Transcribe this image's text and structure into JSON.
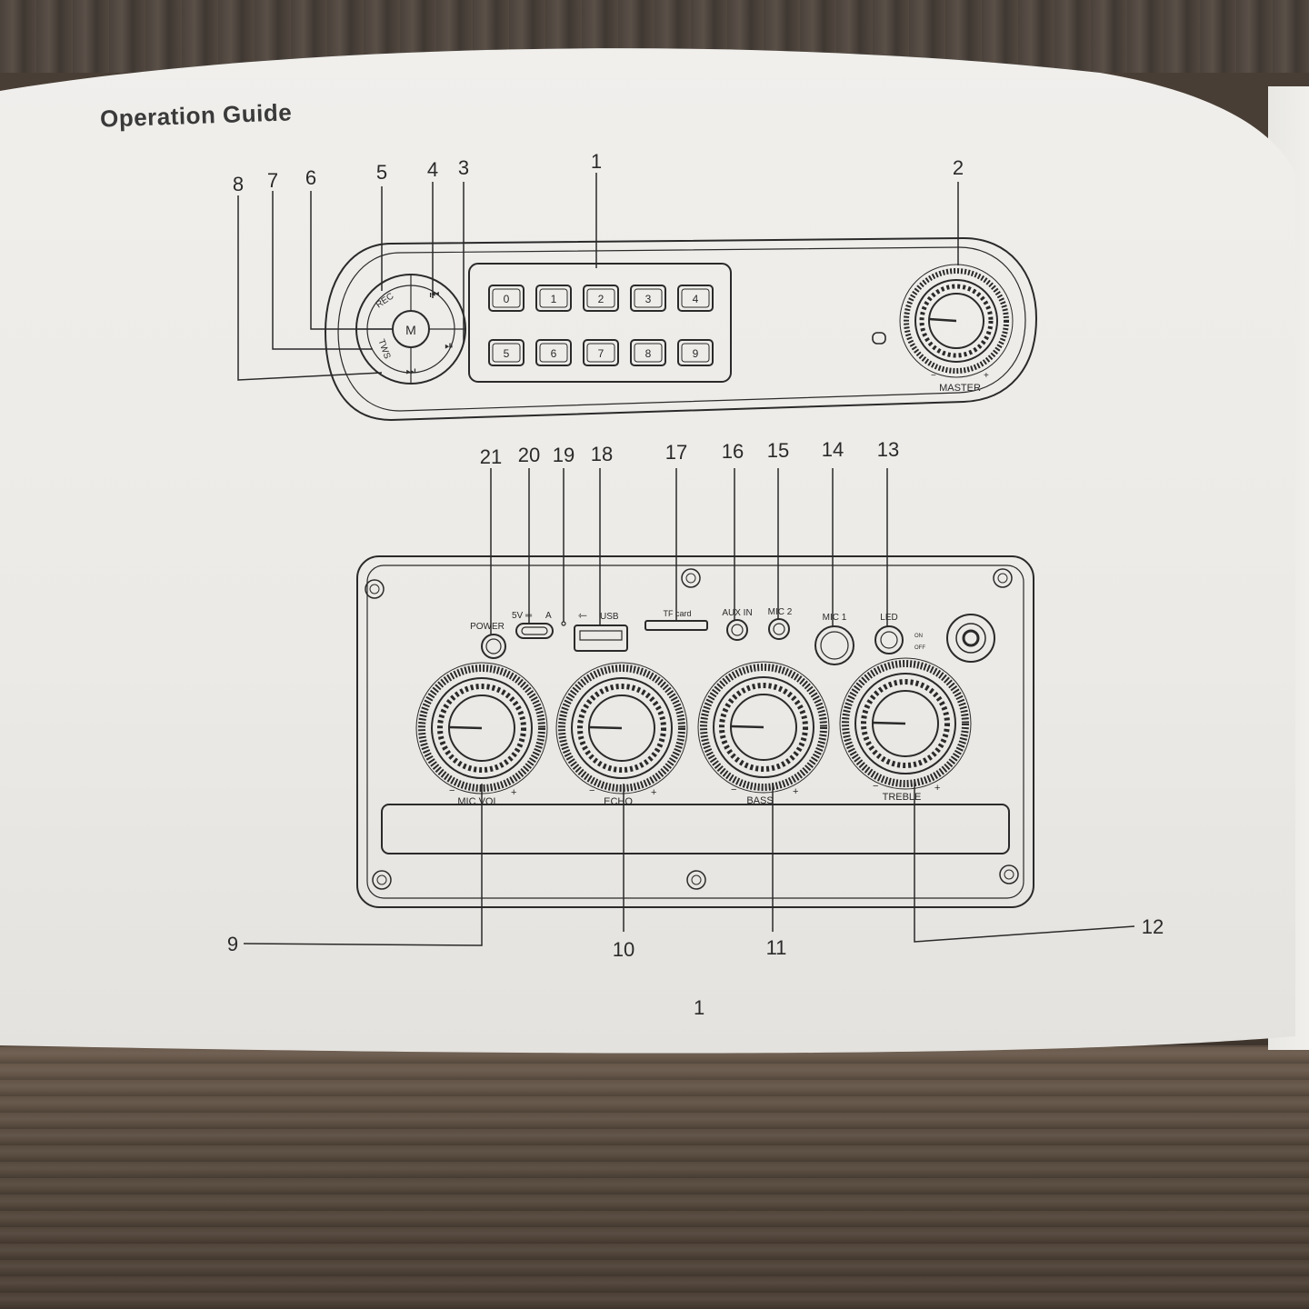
{
  "page": {
    "title": "Operation Guide",
    "page_number": "1"
  },
  "top_panel": {
    "callouts": [
      "1",
      "2",
      "3",
      "4",
      "5",
      "6",
      "7",
      "8"
    ],
    "nav_buttons": {
      "center": "M",
      "rec": "REC",
      "tws": "TWS"
    },
    "number_keys_row1": [
      "0",
      "1",
      "2",
      "3",
      "4"
    ],
    "number_keys_row2": [
      "5",
      "6",
      "7",
      "8",
      "9"
    ],
    "master_label": "MASTER"
  },
  "rear_panel": {
    "top_callouts": [
      "21",
      "20",
      "19",
      "18",
      "17",
      "16",
      "15",
      "14",
      "13"
    ],
    "port_labels": {
      "power": "POWER",
      "dc": "5V",
      "dc_amp": "A",
      "usb": "USB",
      "tf": "TF card",
      "aux": "AUX IN",
      "mic2": "MIC 2",
      "mic1": "MIC 1",
      "led": "LED",
      "led_on": "ON",
      "led_off": "OFF"
    },
    "knob_labels": [
      "MIC.VOL",
      "ECHO",
      "BASS",
      "TREBLE"
    ],
    "bottom_callouts": [
      "9",
      "10",
      "11",
      "12"
    ]
  }
}
